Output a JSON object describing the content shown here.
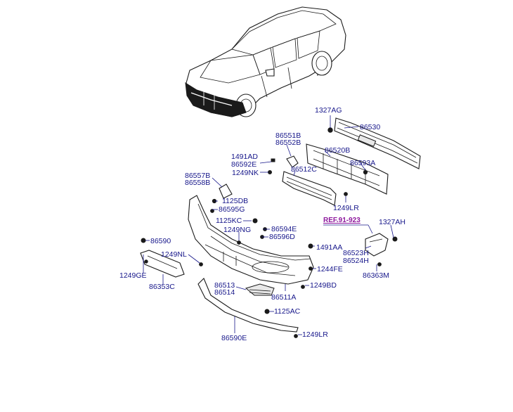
{
  "labels": {
    "l1327AG": "1327AG",
    "l86530": "86530",
    "l86551B": "86551B",
    "l86552B": "86552B",
    "l86520B": "86520B",
    "l1491AD": "1491AD",
    "l86592E": "86592E",
    "l1249NK": "1249NK",
    "l86593A": "86593A",
    "l86512C": "86512C",
    "l86557B": "86557B",
    "l86558B": "86558B",
    "l1125DB": "1125DB",
    "l86595G": "86595G",
    "l1249LR_top": "1249LR",
    "l1125KC": "1125KC",
    "l86594E": "86594E",
    "l1249NG": "1249NG",
    "l86596D": "86596D",
    "l86590": "86590",
    "l1249NL": "1249NL",
    "l1249GE": "1249GE",
    "l86353C": "86353C",
    "l1491AA": "1491AA",
    "l86523H": "86523H",
    "l86524H": "86524H",
    "l1244FE": "1244FE",
    "l86363M": "86363M",
    "l1327AH": "1327AH",
    "l86513": "86513",
    "l86514": "86514",
    "l1249BD": "1249BD",
    "l86511A": "86511A",
    "l1125AC": "1125AC",
    "l86590E": "86590E",
    "l1249LR_bot": "1249LR"
  },
  "ref": "REF.91-923",
  "colors": {
    "label": "#16168a",
    "ref": "#8e1a9e",
    "line_art": "#1a1a1a"
  }
}
